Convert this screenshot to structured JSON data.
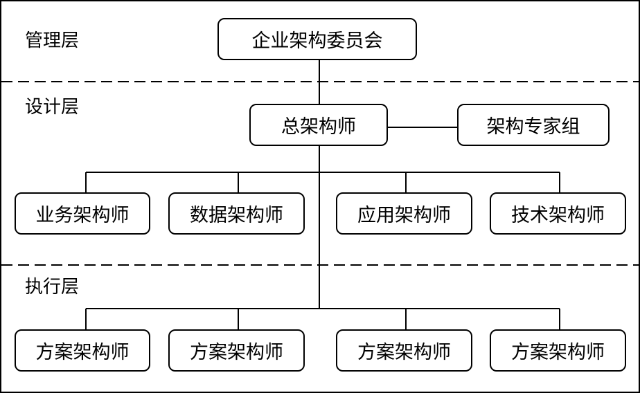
{
  "layers": {
    "management": "管理层",
    "design": "设计层",
    "execution": "执行层"
  },
  "committee": "企业架构委员会",
  "chief_architect": "总架构师",
  "expert_group": "架构专家组",
  "domain_architects": [
    "业务架构师",
    "数据架构师",
    "应用架构师",
    "技术架构师"
  ],
  "solution_architects": [
    "方案架构师",
    "方案架构师",
    "方案架构师",
    "方案架构师"
  ]
}
